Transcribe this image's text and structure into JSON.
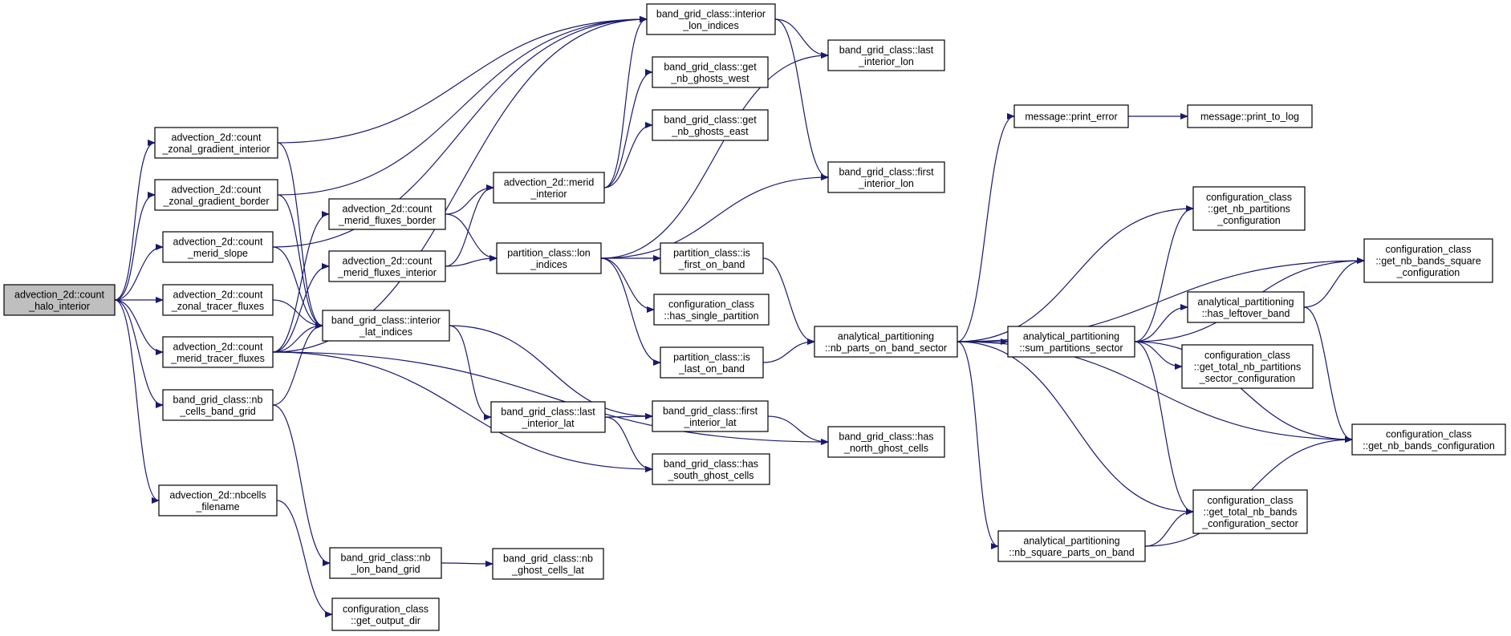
{
  "colors": {
    "edge": "#191970",
    "node_border": "#000000",
    "root_fill": "#bfbfbf",
    "node_fill": "#ffffff"
  },
  "nodes": [
    {
      "id": "n0",
      "lines": [
        "advection_2d::count",
        "_halo_interior"
      ],
      "root": true
    },
    {
      "id": "n1",
      "lines": [
        "advection_2d::count",
        "_zonal_gradient_interior"
      ]
    },
    {
      "id": "n2",
      "lines": [
        "advection_2d::count",
        "_zonal_gradient_border"
      ]
    },
    {
      "id": "n3",
      "lines": [
        "advection_2d::count",
        "_merid_slope"
      ]
    },
    {
      "id": "n4",
      "lines": [
        "advection_2d::count",
        "_zonal_tracer_fluxes"
      ]
    },
    {
      "id": "n5",
      "lines": [
        "advection_2d::count",
        "_merid_tracer_fluxes"
      ]
    },
    {
      "id": "n6",
      "lines": [
        "band_grid_class::nb",
        "_cells_band_grid"
      ]
    },
    {
      "id": "n7",
      "lines": [
        "advection_2d::nbcells",
        "_filename"
      ]
    },
    {
      "id": "n8",
      "lines": [
        "advection_2d::count",
        "_merid_fluxes_border"
      ]
    },
    {
      "id": "n9",
      "lines": [
        "advection_2d::count",
        "_merid_fluxes_interior"
      ]
    },
    {
      "id": "n10",
      "lines": [
        "band_grid_class::interior",
        "_lat_indices"
      ]
    },
    {
      "id": "n11",
      "lines": [
        "band_grid_class::nb",
        "_lon_band_grid"
      ]
    },
    {
      "id": "n12",
      "lines": [
        "configuration_class",
        "::get_output_dir"
      ]
    },
    {
      "id": "n13",
      "lines": [
        "advection_2d::merid",
        "_interior"
      ]
    },
    {
      "id": "n14",
      "lines": [
        "partition_class::lon",
        "_indices"
      ]
    },
    {
      "id": "n15",
      "lines": [
        "band_grid_class::last",
        "_interior_lat"
      ]
    },
    {
      "id": "n16",
      "lines": [
        "band_grid_class::nb",
        "_ghost_cells_lat"
      ]
    },
    {
      "id": "n17",
      "lines": [
        "band_grid_class::interior",
        "_lon_indices"
      ]
    },
    {
      "id": "n18",
      "lines": [
        "band_grid_class::get",
        "_nb_ghosts_west"
      ]
    },
    {
      "id": "n19",
      "lines": [
        "band_grid_class::get",
        "_nb_ghosts_east"
      ]
    },
    {
      "id": "n20",
      "lines": [
        "partition_class::is",
        "_first_on_band"
      ]
    },
    {
      "id": "n21",
      "lines": [
        "configuration_class",
        "::has_single_partition"
      ]
    },
    {
      "id": "n22",
      "lines": [
        "partition_class::is",
        "_last_on_band"
      ]
    },
    {
      "id": "n23",
      "lines": [
        "band_grid_class::first",
        "_interior_lat"
      ]
    },
    {
      "id": "n24",
      "lines": [
        "band_grid_class::has",
        "_south_ghost_cells"
      ]
    },
    {
      "id": "n25",
      "lines": [
        "band_grid_class::last",
        "_interior_lon"
      ]
    },
    {
      "id": "n26",
      "lines": [
        "band_grid_class::first",
        "_interior_lon"
      ]
    },
    {
      "id": "n27",
      "lines": [
        "band_grid_class::has",
        "_north_ghost_cells"
      ]
    },
    {
      "id": "n28",
      "lines": [
        "analytical_partitioning",
        "::nb_parts_on_band_sector"
      ]
    },
    {
      "id": "n29",
      "lines": [
        "message::print_error"
      ]
    },
    {
      "id": "n30",
      "lines": [
        "analytical_partitioning",
        "::sum_partitions_sector"
      ]
    },
    {
      "id": "n31",
      "lines": [
        "analytical_partitioning",
        "::nb_square_parts_on_band"
      ]
    },
    {
      "id": "n32",
      "lines": [
        "message::print_to_log"
      ]
    },
    {
      "id": "n33",
      "lines": [
        "configuration_class",
        "::get_nb_partitions",
        "_configuration"
      ]
    },
    {
      "id": "n34",
      "lines": [
        "analytical_partitioning",
        "::has_leftover_band"
      ]
    },
    {
      "id": "n35",
      "lines": [
        "configuration_class",
        "::get_total_nb_partitions",
        "_sector_configuration"
      ]
    },
    {
      "id": "n36",
      "lines": [
        "configuration_class",
        "::get_total_nb_bands",
        "_configuration_sector"
      ]
    },
    {
      "id": "n37",
      "lines": [
        "configuration_class",
        "::get_nb_bands_square",
        "_configuration"
      ]
    },
    {
      "id": "n38",
      "lines": [
        "configuration_class",
        "::get_nb_bands_configuration"
      ]
    }
  ],
  "edges": [
    [
      "n0",
      "n1"
    ],
    [
      "n0",
      "n2"
    ],
    [
      "n0",
      "n3"
    ],
    [
      "n0",
      "n4"
    ],
    [
      "n0",
      "n5"
    ],
    [
      "n0",
      "n6"
    ],
    [
      "n0",
      "n7"
    ],
    [
      "n1",
      "n17"
    ],
    [
      "n1",
      "n10"
    ],
    [
      "n2",
      "n17"
    ],
    [
      "n2",
      "n10"
    ],
    [
      "n3",
      "n17"
    ],
    [
      "n3",
      "n10"
    ],
    [
      "n4",
      "n10"
    ],
    [
      "n5",
      "n8"
    ],
    [
      "n5",
      "n9"
    ],
    [
      "n5",
      "n17"
    ],
    [
      "n5",
      "n10"
    ],
    [
      "n5",
      "n27"
    ],
    [
      "n5",
      "n24"
    ],
    [
      "n6",
      "n10"
    ],
    [
      "n6",
      "n11"
    ],
    [
      "n7",
      "n12"
    ],
    [
      "n8",
      "n13"
    ],
    [
      "n8",
      "n14"
    ],
    [
      "n9",
      "n13"
    ],
    [
      "n9",
      "n14"
    ],
    [
      "n10",
      "n15"
    ],
    [
      "n10",
      "n23"
    ],
    [
      "n11",
      "n16"
    ],
    [
      "n13",
      "n17"
    ],
    [
      "n13",
      "n18"
    ],
    [
      "n13",
      "n19"
    ],
    [
      "n14",
      "n25"
    ],
    [
      "n14",
      "n26"
    ],
    [
      "n14",
      "n20"
    ],
    [
      "n14",
      "n21"
    ],
    [
      "n14",
      "n22"
    ],
    [
      "n15",
      "n23"
    ],
    [
      "n15",
      "n24"
    ],
    [
      "n17",
      "n25"
    ],
    [
      "n17",
      "n26"
    ],
    [
      "n20",
      "n28"
    ],
    [
      "n22",
      "n28"
    ],
    [
      "n23",
      "n27"
    ],
    [
      "n28",
      "n29"
    ],
    [
      "n28",
      "n30"
    ],
    [
      "n28",
      "n31"
    ],
    [
      "n28",
      "n33"
    ],
    [
      "n28",
      "n36"
    ],
    [
      "n28",
      "n37"
    ],
    [
      "n28",
      "n38"
    ],
    [
      "n29",
      "n32"
    ],
    [
      "n30",
      "n33"
    ],
    [
      "n30",
      "n34"
    ],
    [
      "n30",
      "n35"
    ],
    [
      "n30",
      "n36"
    ],
    [
      "n30",
      "n37"
    ],
    [
      "n30",
      "n38"
    ],
    [
      "n31",
      "n36"
    ],
    [
      "n31",
      "n38"
    ],
    [
      "n34",
      "n37"
    ],
    [
      "n34",
      "n38"
    ]
  ]
}
